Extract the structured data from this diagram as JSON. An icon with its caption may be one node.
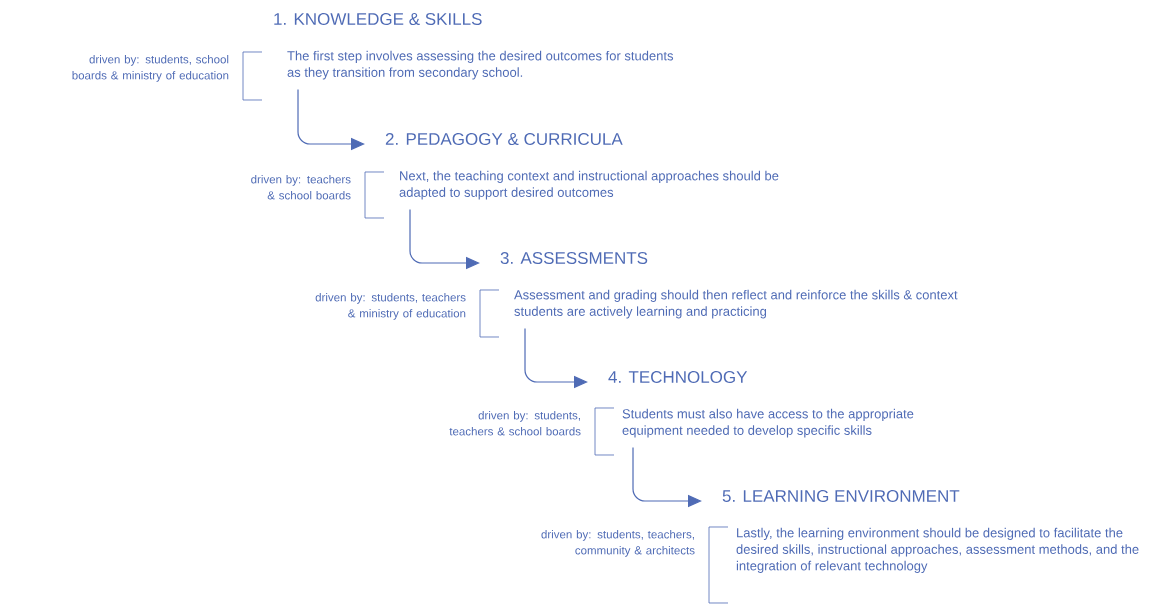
{
  "diagram": {
    "nodes": [
      {
        "text": [
          "1. KNOWLEDGE & SKILLS",
          "The first step involves assessing the desired outcomes for students as they transition from secondary school."
        ],
        "beside": [
          "driven by: students, school boards & ministry of education"
        ]
      },
      {
        "text": [
          "2. PEDAGOGY & CURRICULA",
          "Next, the teaching context and instructional approaches should be adapted to support desired outcomes"
        ],
        "beside": [
          "driven by: teachers & school boards"
        ]
      },
      {
        "text": [
          "3. ASSESSMENTS",
          "Assessment and grading should then reflect and reinforce the skills & context students are actively learning and practicing"
        ],
        "beside": [
          "driven by: students, teachers & ministry of education"
        ]
      },
      {
        "text": [
          "4. TECHNOLOGY",
          "Students must also have access to the appropriate equipment needed to develop specific skills"
        ],
        "beside": [
          "driven by: students, teachers & school boards"
        ]
      },
      {
        "text": [
          "5. LEARNING ENVIRONMENT",
          "Lastly, the learning environment should be designed to facilitate the desired skills, instructional approaches, assessment methods, and the integration of relevant technology"
        ],
        "beside": [
          "driven by: students, teachers, community & architects"
        ]
      }
    ],
    "edges": [
      {
        "from": 0,
        "to": 1,
        "arrow": "to"
      },
      {
        "from": 1,
        "to": 2,
        "arrow": "to"
      },
      {
        "from": 2,
        "to": 3,
        "arrow": "to"
      },
      {
        "from": 3,
        "to": 4,
        "arrow": "to"
      }
    ]
  }
}
